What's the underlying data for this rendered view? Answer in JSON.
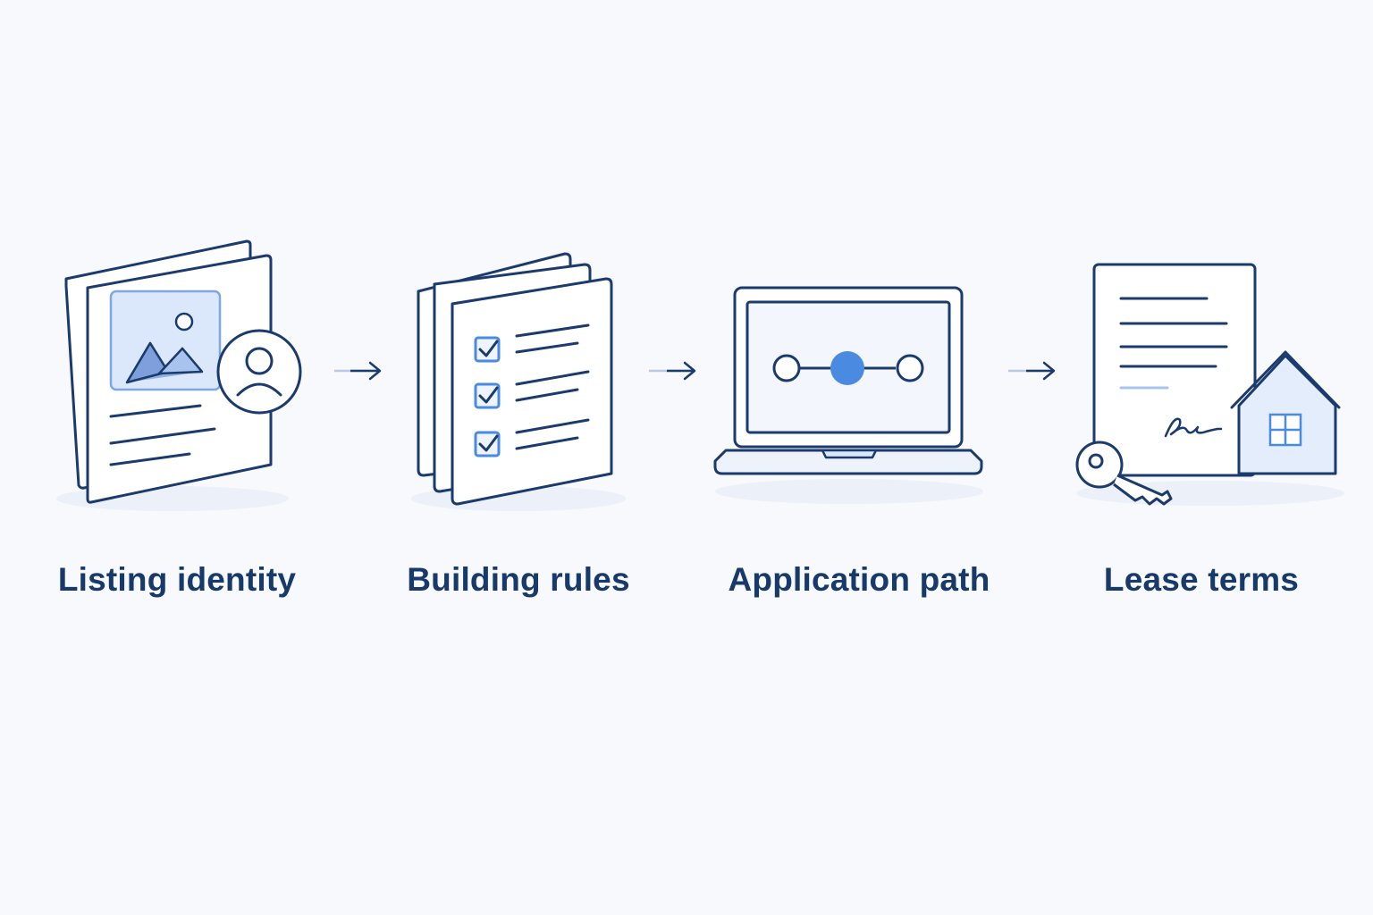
{
  "colors": {
    "background": "#f7f9fc",
    "stroke": "#1b3a6d",
    "accent": "#4a8ae0",
    "accent_fill": "#e3edfb",
    "label": "#173a6b"
  },
  "steps": [
    {
      "label": "Listing identity",
      "icon": "listing-document-with-photo-and-profile-icon"
    },
    {
      "label": "Building rules",
      "icon": "checklist-documents-icon"
    },
    {
      "label": "Application path",
      "icon": "laptop-progress-steps-icon"
    },
    {
      "label": "Lease terms",
      "icon": "signed-lease-house-key-icon"
    }
  ],
  "connectors": [
    {
      "icon": "arrow-right-icon"
    },
    {
      "icon": "arrow-right-icon"
    },
    {
      "icon": "arrow-right-icon"
    }
  ]
}
